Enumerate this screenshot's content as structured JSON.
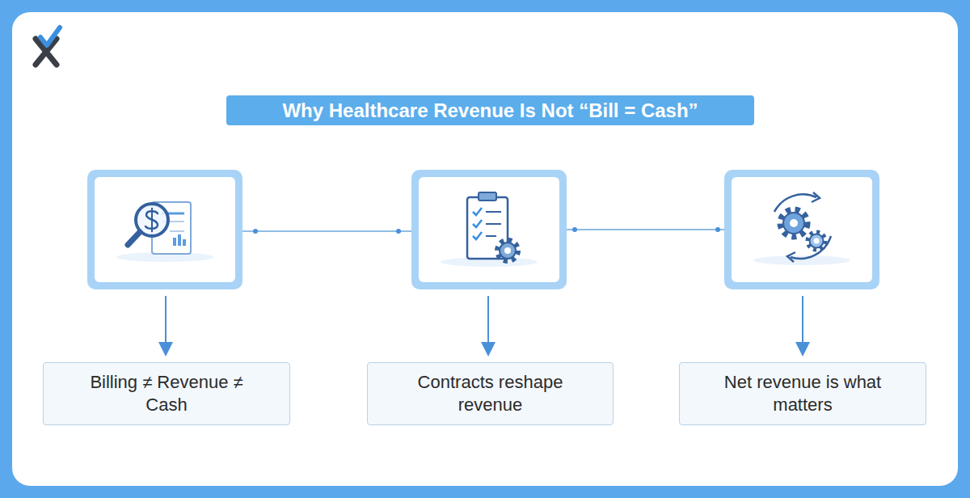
{
  "diagram": {
    "title": "Why Healthcare Revenue Is Not “Bill = Cash”",
    "nodes": [
      {
        "text": [
          "Billing ≠ Revenue ≠ Cash"
        ]
      },
      {
        "text": [
          "Contracts reshape revenue"
        ]
      },
      {
        "text": [
          "Net revenue is what matters"
        ]
      }
    ]
  }
}
